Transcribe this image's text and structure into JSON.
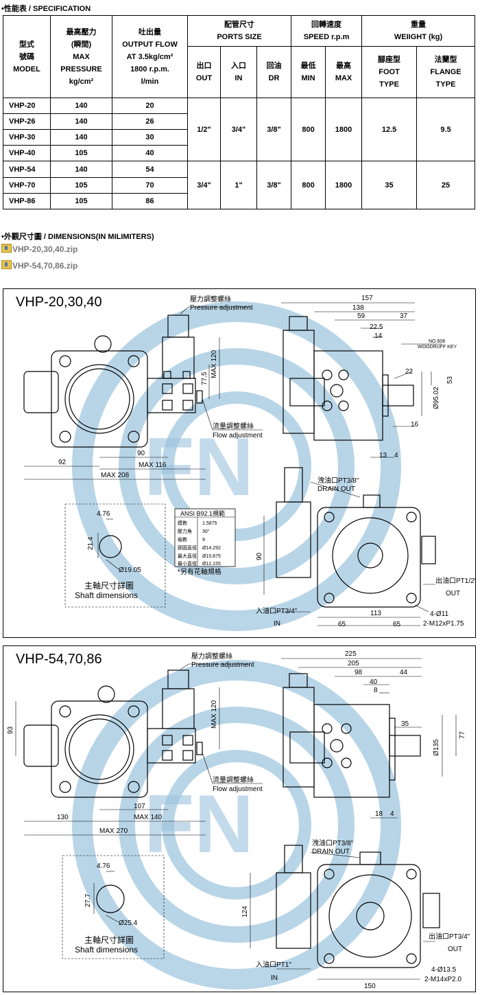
{
  "spec": {
    "section_title": "•性能表 / SPECIFICATION",
    "headers": {
      "model": [
        "型式",
        "號碼",
        "MODEL"
      ],
      "pressure": [
        "最高壓力",
        "(瞬間)",
        "MAX",
        "PRESSURE",
        "kg/cm²"
      ],
      "flow": [
        "吐出量",
        "OUTPUT FLOW",
        "AT 3.5kg/cm²",
        "1800 r.p.m.",
        "l/min"
      ],
      "ports": [
        "配管尺寸",
        "PORTS SIZE"
      ],
      "speed": [
        "回轉速度",
        "SPEED r.p.m"
      ],
      "weight": [
        "重量",
        "WEIIGHT (kg)"
      ],
      "out": [
        "出口",
        "OUT"
      ],
      "in": [
        "入口",
        "IN"
      ],
      "dr": [
        "回油",
        "DR"
      ],
      "min": [
        "最低",
        "MIN"
      ],
      "max": [
        "最高",
        "MAX"
      ],
      "foot": [
        "腳座型",
        "FOOT",
        "TYPE"
      ],
      "flange": [
        "法蘭型",
        "FLANGE",
        "TYPE"
      ]
    },
    "rows": [
      {
        "model": "VHP-20",
        "pressure": "140",
        "flow": "20"
      },
      {
        "model": "VHP-26",
        "pressure": "140",
        "flow": "26"
      },
      {
        "model": "VHP-30",
        "pressure": "140",
        "flow": "30"
      },
      {
        "model": "VHP-40",
        "pressure": "105",
        "flow": "40"
      },
      {
        "model": "VHP-54",
        "pressure": "140",
        "flow": "54"
      },
      {
        "model": "VHP-70",
        "pressure": "105",
        "flow": "70"
      },
      {
        "model": "VHP-86",
        "pressure": "105",
        "flow": "86"
      }
    ],
    "group1": {
      "out": "1/2\"",
      "in": "3/4\"",
      "dr": "3/8\"",
      "min": "800",
      "max": "1800",
      "foot": "12.5",
      "flange": "9.5"
    },
    "group2": {
      "out": "3/4\"",
      "in": "1\"",
      "dr": "3/8\"",
      "min": "800",
      "max": "1800",
      "foot": "35",
      "flange": "25"
    }
  },
  "dims": {
    "section_title": "•外觀尺寸圖 / DIMENSIONS(IN MILIMITERS)",
    "files": [
      "VHP-20,30,40.zip",
      "VHP-54,70,86.zip"
    ]
  },
  "drawing1": {
    "title": "VHP-20,30,40",
    "pressure_adj": [
      "壓力調整螺絲",
      "Pressure adjustment"
    ],
    "flow_adj": [
      "流量調整螺絲",
      "Flow adjustment"
    ],
    "front": {
      "max120": "MAX 120",
      "d775": "77.5",
      "d90": "90",
      "d92": "92",
      "m116": "MAX 116",
      "m208": "MAX 208"
    },
    "side": {
      "d157": "157",
      "d138": "138",
      "d59": "59",
      "d37": "37",
      "d225": "22.5",
      "d14": "14",
      "key": [
        "NO.608",
        "WOODRUFF KEY"
      ],
      "d22": "22",
      "d53": "53",
      "dia": "Ø95.02",
      "d16": "16",
      "d13": "13",
      "d4": "4"
    },
    "bottom": {
      "drain": [
        "洩油口PT3/8\"",
        "DRAIN OUT"
      ],
      "outlet": [
        "出油口PT1/2\"",
        "OUT"
      ],
      "inlet": [
        "入油口PT3/4\"",
        "IN"
      ],
      "d90": "90",
      "d113": "113",
      "d65a": "65",
      "d65b": "65",
      "holes": "4-Ø11",
      "screw": "2-M12xP1.75"
    },
    "shaft": {
      "d476": "4.76",
      "d214": "21.4",
      "dia": "Ø19.05",
      "label": [
        "主軸尺寸詳圖",
        "Shaft dimensions"
      ]
    },
    "spline": {
      "title": "ANSI B92.1規範",
      "rows": [
        [
          "模數",
          "1.5875"
        ],
        [
          "壓力角",
          "30°"
        ],
        [
          "齒數",
          "9"
        ],
        [
          "節圓直徑",
          "Ø14.292"
        ],
        [
          "最大直徑",
          "Ø15.875"
        ],
        [
          "最小直徑",
          "Ø12.155"
        ]
      ],
      "note": "*另有花軸規格"
    }
  },
  "drawing2": {
    "title": "VHP-54,70,86",
    "pressure_adj": [
      "壓力調整螺絲",
      "Pressure adjustment"
    ],
    "flow_adj": [
      "流量調整螺絲",
      "Flow adjustment"
    ],
    "front": {
      "d93": "93",
      "max120": "MAX 120",
      "d107": "107",
      "d130": "130",
      "m140": "MAX 140",
      "m270": "MAX 270"
    },
    "side": {
      "d225": "225",
      "d205": "205",
      "d98": "98",
      "d44": "44",
      "d40": "40",
      "d8": "8",
      "d35": "35",
      "d77": "77",
      "dia": "Ø135",
      "d18": "18",
      "d4": "4"
    },
    "bottom": {
      "drain": [
        "洩油口PT3/8\"",
        "DRAIN OUT"
      ],
      "outlet": [
        "出油口PT3/4\"",
        "OUT"
      ],
      "inlet": [
        "入油口PT1\"",
        "IN"
      ],
      "d124": "124",
      "d150": "150",
      "holes": "4-Ø13.5",
      "screw": "2-M14xP2.0"
    },
    "shaft": {
      "d476": "4.76",
      "d277": "27.7",
      "dia": "Ø25.4",
      "label": [
        "主軸尺寸詳圖",
        "Shaft dimensions"
      ]
    }
  },
  "watermark": "FN"
}
